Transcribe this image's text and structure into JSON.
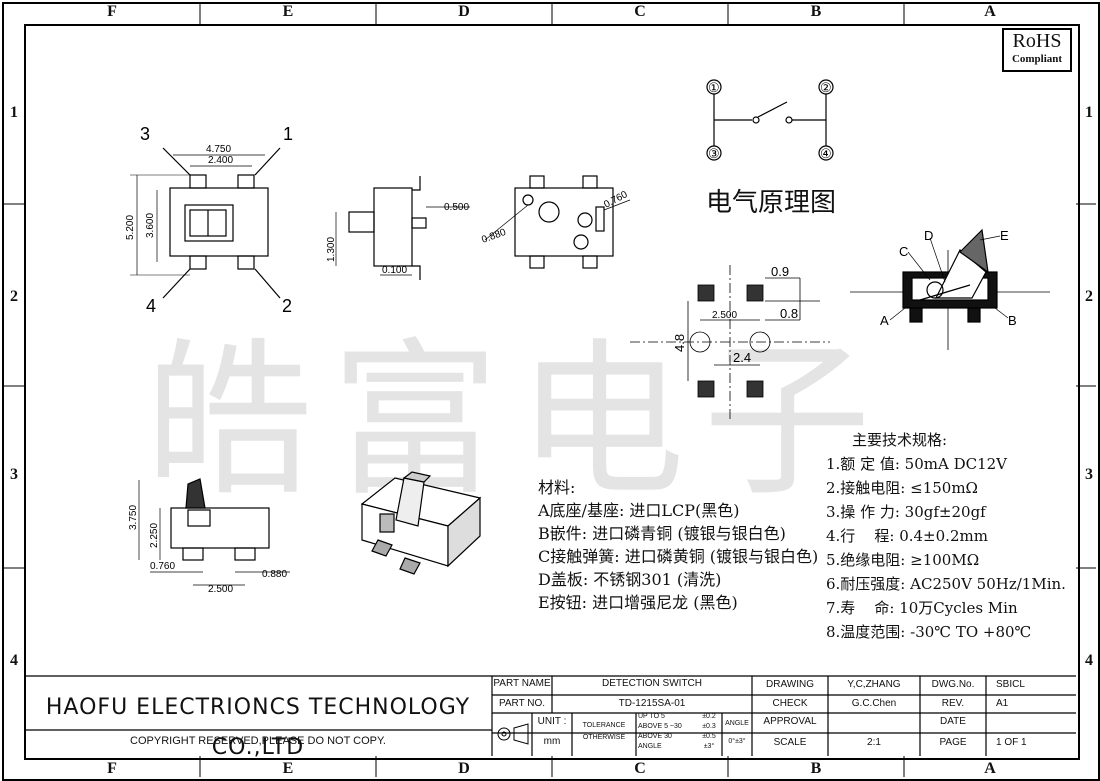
{
  "zones": {
    "columns": [
      "F",
      "E",
      "D",
      "C",
      "B",
      "A"
    ],
    "rows": [
      "1",
      "2",
      "3",
      "4"
    ]
  },
  "watermark": "皓富电子",
  "rohs": {
    "line1": "RoHS",
    "line2": "Compliant"
  },
  "circuit": {
    "title": "电气原理图",
    "pins": [
      "①",
      "②",
      "③",
      "④"
    ]
  },
  "top_view": {
    "pins": [
      "1",
      "2",
      "3",
      "4"
    ],
    "dims": [
      "4.750",
      "2.400",
      "5.200",
      "3.600"
    ]
  },
  "side_view": {
    "dims": [
      "0.500",
      "1.300",
      "0.100"
    ]
  },
  "front_view": {
    "dims": [
      "0.760",
      "0.880"
    ]
  },
  "footprint": {
    "dims": [
      "0.9",
      "0.8",
      "2.500",
      "4.8",
      "2.4"
    ]
  },
  "section": {
    "labels": [
      "A",
      "B",
      "C",
      "D",
      "E"
    ]
  },
  "bottom_left_view": {
    "dims": [
      "3.750",
      "2.250",
      "0.760",
      "0.880",
      "2.500"
    ]
  },
  "materials": {
    "title": "材料:",
    "items": [
      "A底座/基座: 进口LCP(黑色)",
      "B嵌件: 进口磷青铜 (镀银与银白色)",
      "C接触弹簧: 进口磷黄铜 (镀银与银白色)",
      "D盖板: 不锈钢301 (清洗)",
      "E按钮: 进口增强尼龙 (黑色)"
    ]
  },
  "specs": {
    "title": "主要技术规格:",
    "items": [
      "1.额 定 值: 50mA DC12V",
      "2.接触电阻: ≤150mΩ",
      "3.操 作 力: 30gf±20gf",
      "4.行    程: 0.4±0.2mm",
      "5.绝缘电阻: ≥100MΩ",
      "6.耐压强度: AC250V 50Hz/1Min.",
      "7.寿    命: 10万Cycles Min",
      "8.温度范围: -30℃ TO +80℃"
    ]
  },
  "title_block": {
    "company": "HAOFU ELECTRIONCS TECHNOLOGY CO.,LTD",
    "copyright": "COPYRIGHT RESERVED,PLEASE DO NOT COPY.",
    "part_name_label": "PART NAME",
    "part_name": "DETECTION SWITCH",
    "part_no_label": "PART NO.",
    "part_no": "TD-1215SA-01",
    "unit_label": "UNIT :",
    "unit": "mm",
    "tolerance_label": "TOLERANCE",
    "otherwise_label": "OTHERWISE",
    "tol_rows": [
      {
        "range": "UP TO 5",
        "value": "±0.2"
      },
      {
        "range": "ABOVE 5 ~30",
        "value": "±0.3"
      },
      {
        "range": "ABOVE 30",
        "value": "±0.5"
      },
      {
        "range": "ANGLE",
        "value": "±3°"
      }
    ],
    "angle_label": "ANGLE",
    "angle_value": "0°±3°",
    "drawing_label": "DRAWING",
    "drawing": "Y,C,ZHANG",
    "check_label": "CHECK",
    "check": "G.C.Chen",
    "approval_label": "APPROVAL",
    "scale_label": "SCALE",
    "scale": "2:1",
    "dwg_no_label": "DWG.No.",
    "dwg_no": "SBICL",
    "rev_label": "REV.",
    "rev": "A1",
    "date_label": "DATE",
    "page_label": "PAGE",
    "page": "1 OF 1"
  }
}
